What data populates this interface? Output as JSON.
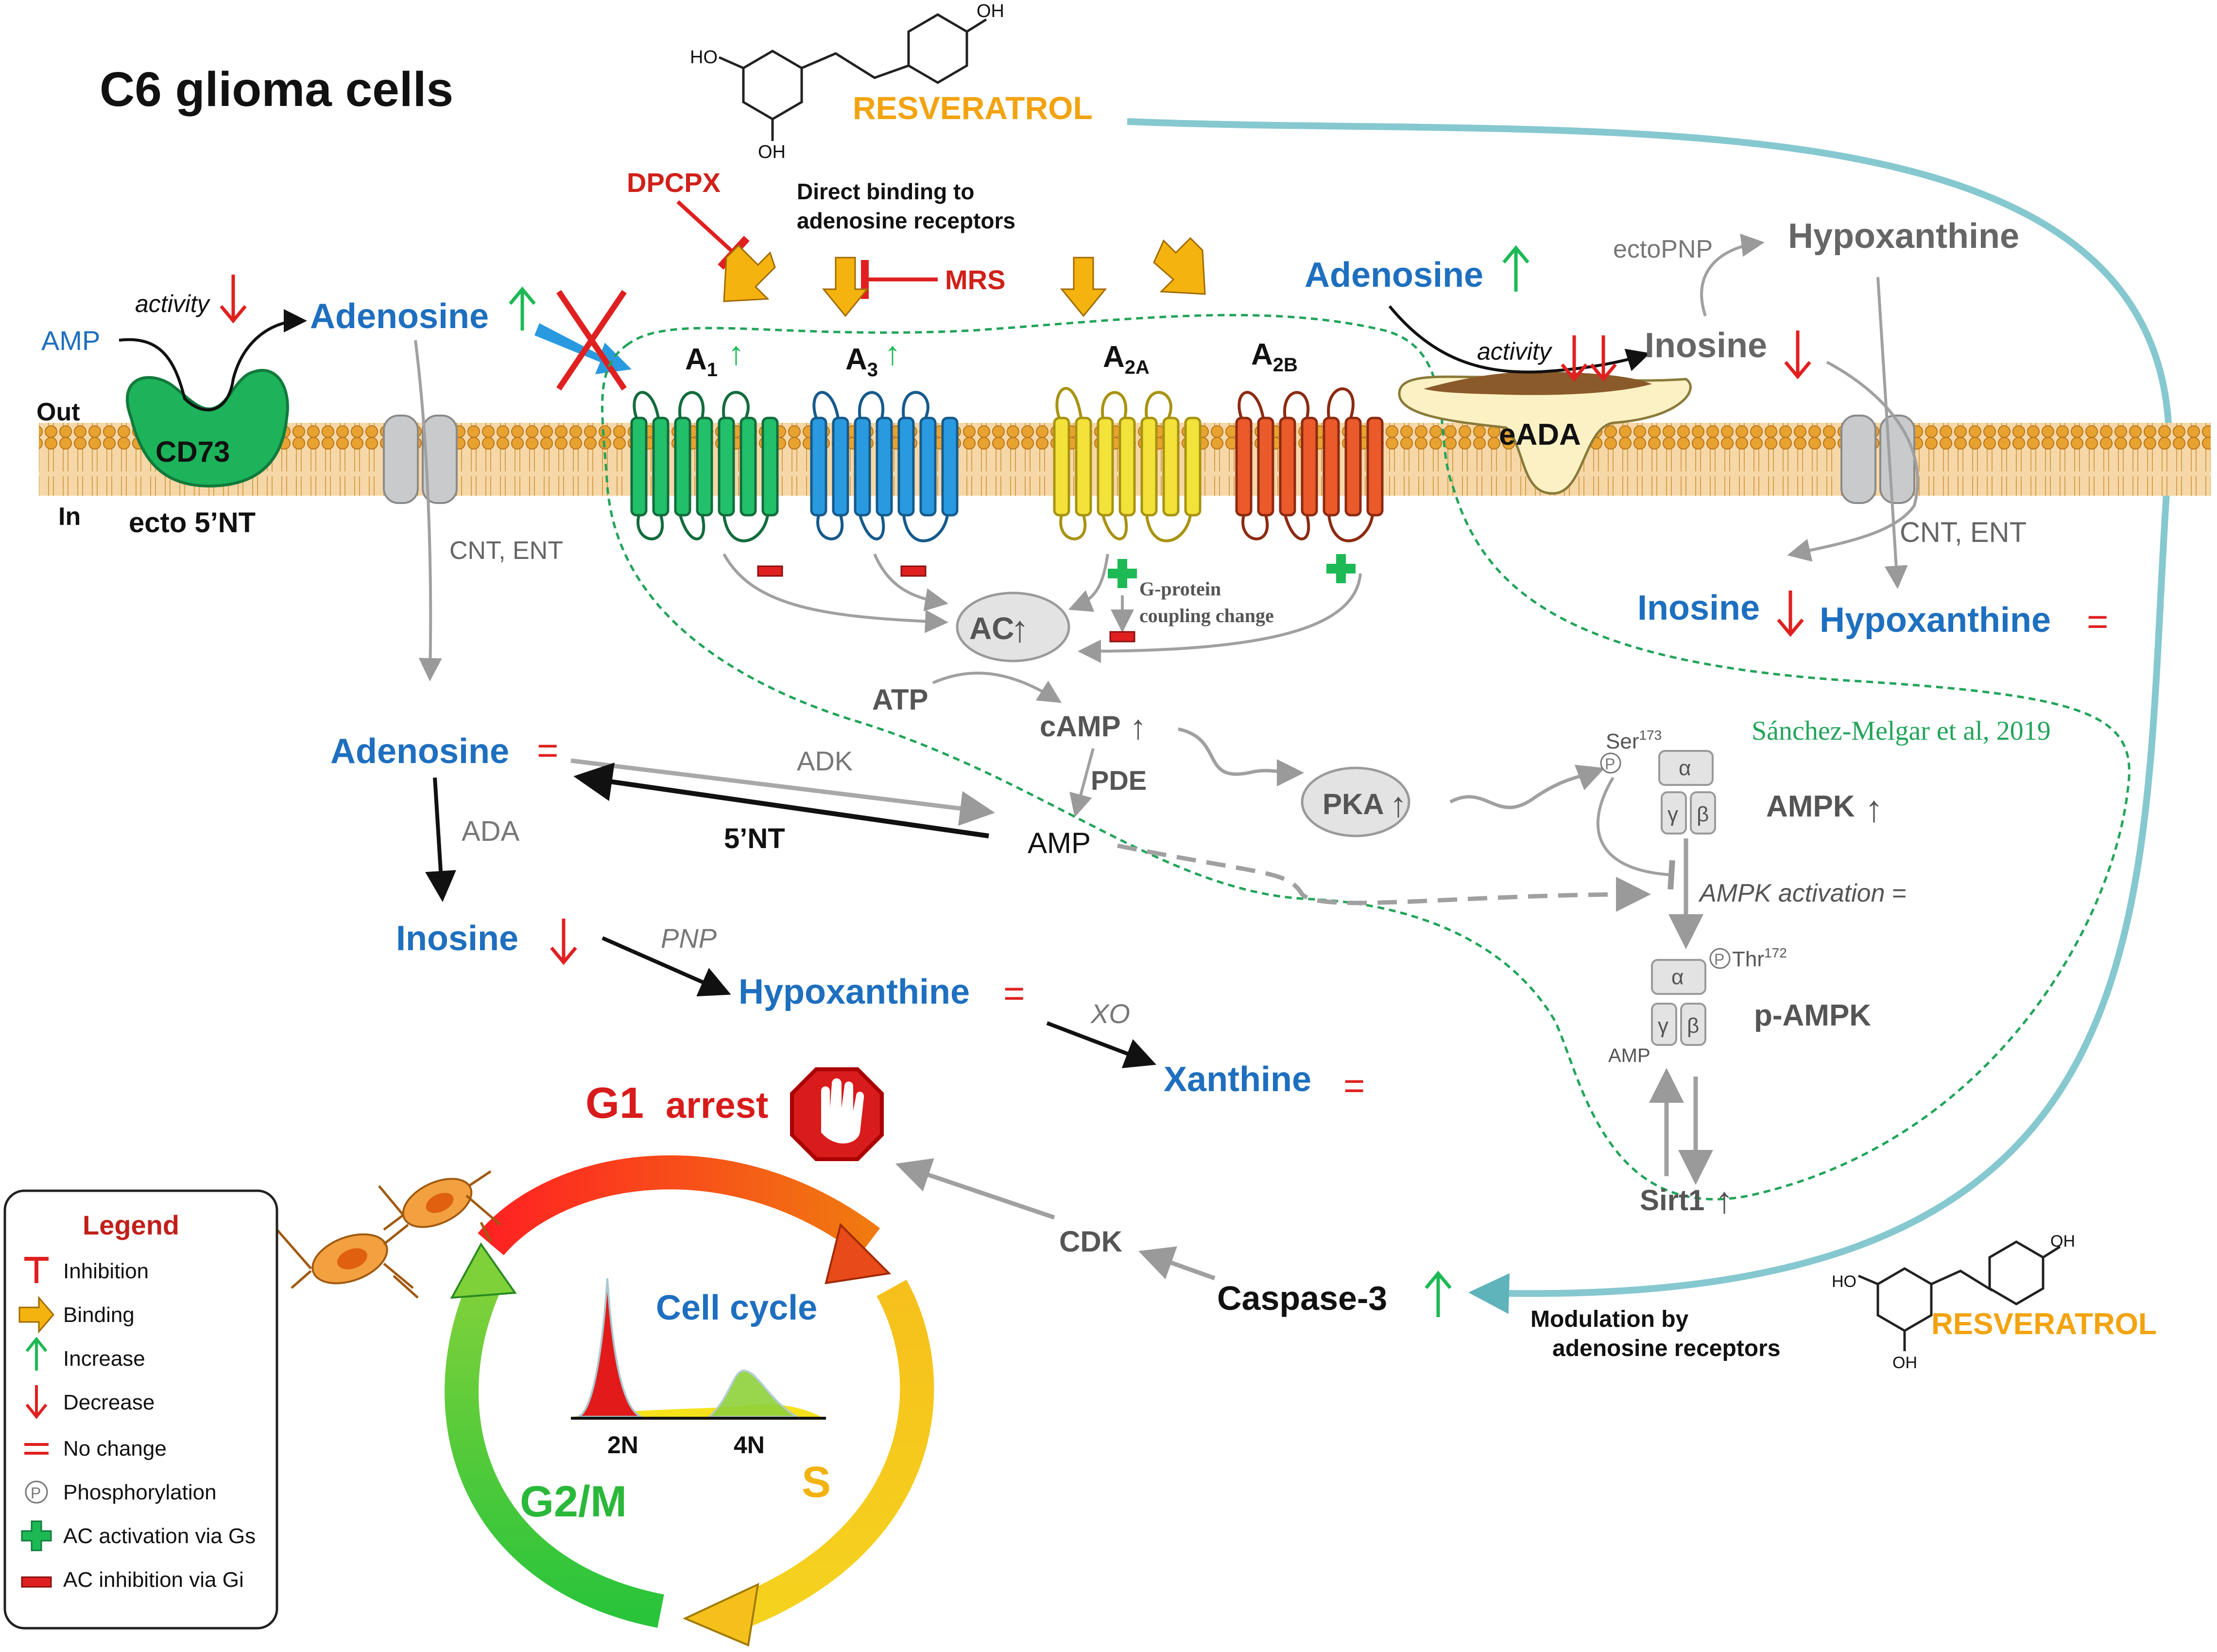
{
  "title": "C6 glioma cells",
  "colors": {
    "blue": "#1e6fbf",
    "red": "#e02020",
    "green": "#1db954",
    "orange": "#f2a30f",
    "gray": "#6b6b6b",
    "teal": "#7fc3c9",
    "membrane": "#e8a94c"
  },
  "resveratrol": {
    "label": "RESVERATROL",
    "atoms": {
      "oh": "OH",
      "ho": "HO"
    }
  },
  "drugs": {
    "dpcpx": "DPCPX",
    "mrs": "MRS"
  },
  "direct_binding": {
    "line1": "Direct binding to",
    "line2": "adenosine receptors"
  },
  "membrane": {
    "out": "Out",
    "in": "In"
  },
  "cd73": {
    "label": "CD73",
    "sublabel": "ecto 5’NT",
    "amp": "AMP",
    "activity": "activity"
  },
  "adenosine_label": "Adenosine",
  "transporter_label": "CNT, ENT",
  "receptors": [
    {
      "name": "A1",
      "base": "A",
      "sub": "1",
      "indicator": "↑"
    },
    {
      "name": "A3",
      "base": "A",
      "sub": "3",
      "indicator": "↑"
    },
    {
      "name": "A2A",
      "base": "A",
      "sub": "2A",
      "indicator": ""
    },
    {
      "name": "A2B",
      "base": "A",
      "sub": "2B",
      "indicator": ""
    }
  ],
  "ac": {
    "label": "AC",
    "arrow": "↑"
  },
  "g_protein": {
    "line1": "G-protein",
    "line2": "coupling change"
  },
  "camp": {
    "atp": "ATP",
    "camp": "cAMP",
    "pde": "PDE"
  },
  "pka": {
    "label": "PKA"
  },
  "eada": {
    "label": "eADA",
    "activity": "activity",
    "ectopnp": "ectoPNP",
    "hypoxanthine": "Hypoxanthine",
    "inosine": "Inosine"
  },
  "intracellular": {
    "adenosine": "Adenosine",
    "adk": "ADK",
    "nt5": "5’NT",
    "amp": "AMP",
    "ada": "ADA",
    "inosine": "Inosine",
    "pnp": "PNP",
    "hypoxanthine": "Hypoxanthine",
    "xo": "XO",
    "xanthine": "Xanthine"
  },
  "citation": "Sánchez-Melgar et al, 2019",
  "ampk": {
    "ser": "Ser",
    "ser_num": "173",
    "alpha": "α",
    "gamma": "γ",
    "beta": "β",
    "ampk_label": "AMPK",
    "activation": "AMPK activation",
    "thr": "Thr",
    "thr_num": "172",
    "amp": "AMP",
    "pampk_label": "p-AMPK",
    "sirt1": "Sirt1",
    "p_symbol": "P"
  },
  "right_transport": {
    "inosine": "Inosine",
    "hypoxanthine": "Hypoxanthine",
    "cnt_ent": "CNT, ENT"
  },
  "caspase": {
    "label": "Caspase-3",
    "cdk": "CDK"
  },
  "modulation": {
    "line1": "Modulation by",
    "line2": "adenosine receptors"
  },
  "cell_cycle": {
    "g1": "G1",
    "arrest": "arrest",
    "title": "Cell cycle",
    "s": "S",
    "g2m": "G2/M",
    "n2": "2N",
    "n4": "4N"
  },
  "legend": {
    "title": "Legend",
    "items": [
      {
        "icon": "inhibition-icon",
        "label": "Inhibition"
      },
      {
        "icon": "binding-arrow-icon",
        "label": "Binding"
      },
      {
        "icon": "increase-arrow-icon",
        "label": "Increase"
      },
      {
        "icon": "decrease-arrow-icon",
        "label": "Decrease"
      },
      {
        "icon": "no-change-icon",
        "label": "No change"
      },
      {
        "icon": "phosphorylation-icon",
        "label": "Phosphorylation"
      },
      {
        "icon": "ac-activation-plus-icon",
        "label": "AC activation via Gs"
      },
      {
        "icon": "ac-inhibition-minus-icon",
        "label": "AC inhibition via Gi"
      }
    ],
    "symbols": {
      "up": "↑",
      "down": "↓",
      "eq": "="
    }
  }
}
